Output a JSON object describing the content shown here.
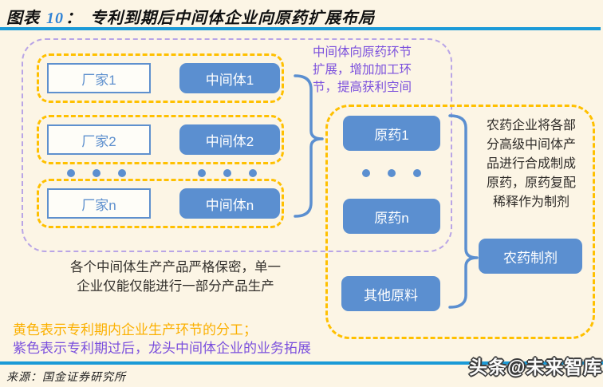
{
  "title": {
    "label": "图表",
    "number": "10",
    "colon": "：",
    "text": "专利到期后中间体企业向原药扩展布局"
  },
  "diagram": {
    "groups": [
      {
        "factory": "厂家1",
        "intermediate": "中间体1"
      },
      {
        "factory": "厂家2",
        "intermediate": "中间体2"
      },
      {
        "factory": "厂家n",
        "intermediate": "中间体n"
      }
    ],
    "top_annotation": "中间体向原药环节扩展，增加加工环节，提高获利空间",
    "right": {
      "drug1": "原药1",
      "drugn": "原药n",
      "other": "其他原料",
      "formulation": "农药制剂",
      "description": "农药企业将各部分高级中间体产品进行合成制成原药，原药复配稀释作为制剂"
    },
    "note_lines": [
      "各个中间体生产产品严格保密，单一",
      "企业仅能仅能进行一部分产品生产"
    ],
    "legend": {
      "yellow": "黄色表示专利期内企业生产环节的分工；",
      "purple": "紫色表示专利期过后，龙头中间体企业的业务拓展"
    }
  },
  "footer": {
    "source": "来源：国金证券研究所",
    "watermark": "头条@未来智库"
  },
  "colors": {
    "background": "#FCF5E5",
    "node_blue": "#5B8FD0",
    "dashed_yellow": "#FFC000",
    "dashed_purple": "#B9A5E6",
    "purple_text": "#7B50DD",
    "yellow_text": "#FBB000",
    "rule_blue": "#1B9AD7"
  }
}
